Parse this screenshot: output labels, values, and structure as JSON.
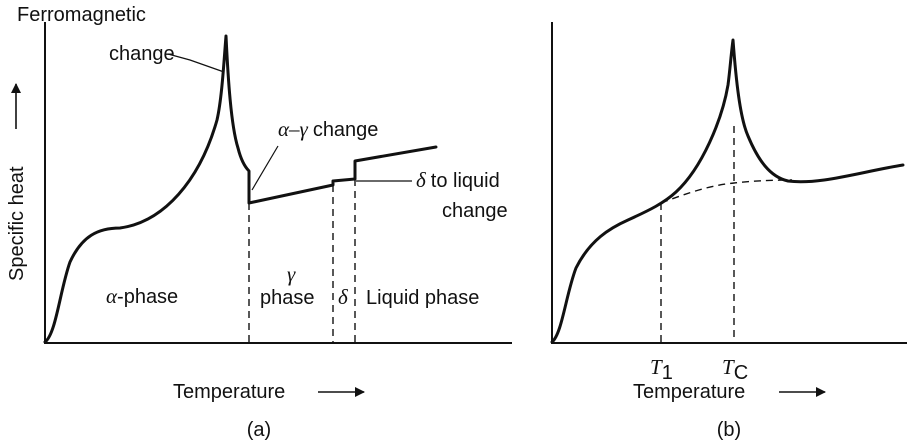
{
  "panel_a": {
    "ylabel": "Specific heat",
    "xlabel": "Temperature",
    "caption": "(a)",
    "ferro_line1": "Ferromagnetic",
    "ferro_line2": "change",
    "alpha_gamma_greek": "α–γ",
    "alpha_gamma_word": "change",
    "delta_liquid_greek": "δ",
    "delta_liquid_word1": "to liquid",
    "delta_liquid_word2": "change",
    "alpha_phase_greek": "α",
    "alpha_phase_word": "-phase",
    "gamma_greek": "γ",
    "gamma_word": "phase",
    "delta_greek": "δ",
    "liquid_phase": "Liquid phase"
  },
  "panel_b": {
    "xlabel": "Temperature",
    "caption": "(b)",
    "t1_main": "T",
    "t1_sub": "1",
    "tc_main": "T",
    "tc_sub": "C"
  },
  "icons": {
    "arrow": "right-arrow-icon",
    "arrow_up": "up-arrow-icon"
  }
}
